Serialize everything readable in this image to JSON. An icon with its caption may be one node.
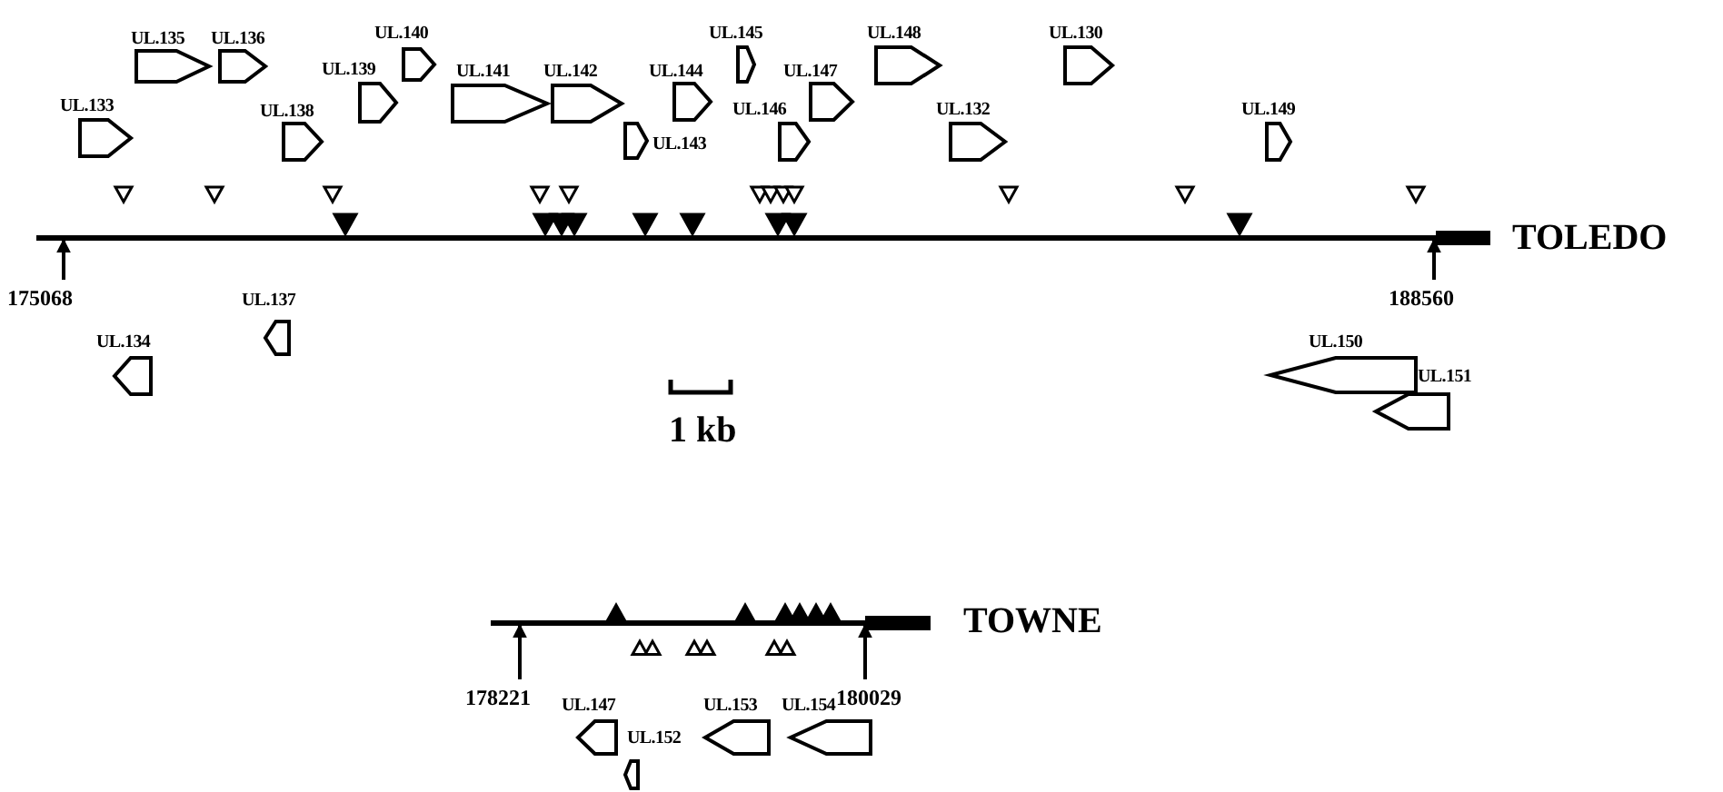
{
  "diagram": {
    "nodes": [
      {
        "text": [
          "UL.135"
        ]
      },
      {
        "text": [
          "UL.136"
        ]
      },
      {
        "text": [
          "UL.140"
        ]
      },
      {
        "text": [
          "UL.143"
        ]
      },
      {
        "text": [
          "UL.145"
        ]
      },
      {
        "text": [
          "UL.148"
        ]
      },
      {
        "text": [
          "UL.130"
        ]
      },
      {
        "text": [
          "UL.139"
        ]
      },
      {
        "text": [
          "UL.141"
        ]
      },
      {
        "text": [
          "UL.142"
        ]
      },
      {
        "text": [
          "UL.144"
        ]
      },
      {
        "text": [
          "UL.147"
        ]
      },
      {
        "text": [
          "UL.133"
        ]
      },
      {
        "text": [
          "UL.138"
        ]
      },
      {
        "text": [
          "UL.146"
        ]
      },
      {
        "text": [
          "UL.132"
        ]
      },
      {
        "text": [
          "UL.149"
        ]
      },
      {
        "text": [
          "175068"
        ]
      },
      {
        "text": [
          "188560"
        ]
      },
      {
        "text": [
          "UL.137"
        ]
      },
      {
        "text": [
          "UL.134"
        ]
      },
      {
        "text": [
          "UL.150"
        ]
      },
      {
        "text": [
          "UL.151"
        ]
      },
      {
        "text": [
          "178221"
        ]
      },
      {
        "text": [
          "180029"
        ]
      },
      {
        "text": [
          "UL.147"
        ]
      },
      {
        "text": [
          "UL.152"
        ]
      },
      {
        "text": [
          "UL.153"
        ]
      },
      {
        "text": [
          "UL.154"
        ]
      }
    ],
    "edges": [
      {
        "from": 17,
        "to": null,
        "arrow": "to"
      },
      {
        "from": 18,
        "to": null,
        "arrow": "to"
      },
      {
        "from": 23,
        "to": null,
        "arrow": "to"
      },
      {
        "from": 24,
        "to": null,
        "arrow": "to"
      }
    ],
    "labels": [
      "TOLEDO",
      "1 kb",
      "TOWNE"
    ]
  }
}
